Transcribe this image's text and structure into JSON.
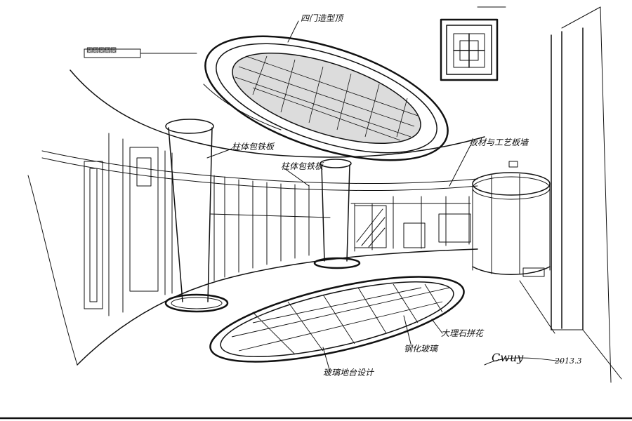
{
  "drawing": {
    "annotations": {
      "ceiling_feature": "四门造型顶",
      "column_finish": "柱体包铁板",
      "column_finish_right": "柱体包铁板",
      "right_wall": "板材与工艺板墙",
      "floor_feature": "玻璃地台设计",
      "floor_glass": "钢化玻璃",
      "floor_stone": "大理石拼花"
    },
    "signature": "Cwuy",
    "date": "2013.3",
    "legend_mark": "▨▨▨▨▨"
  },
  "colors": {
    "ink": "#111111",
    "paper": "#ffffff"
  }
}
